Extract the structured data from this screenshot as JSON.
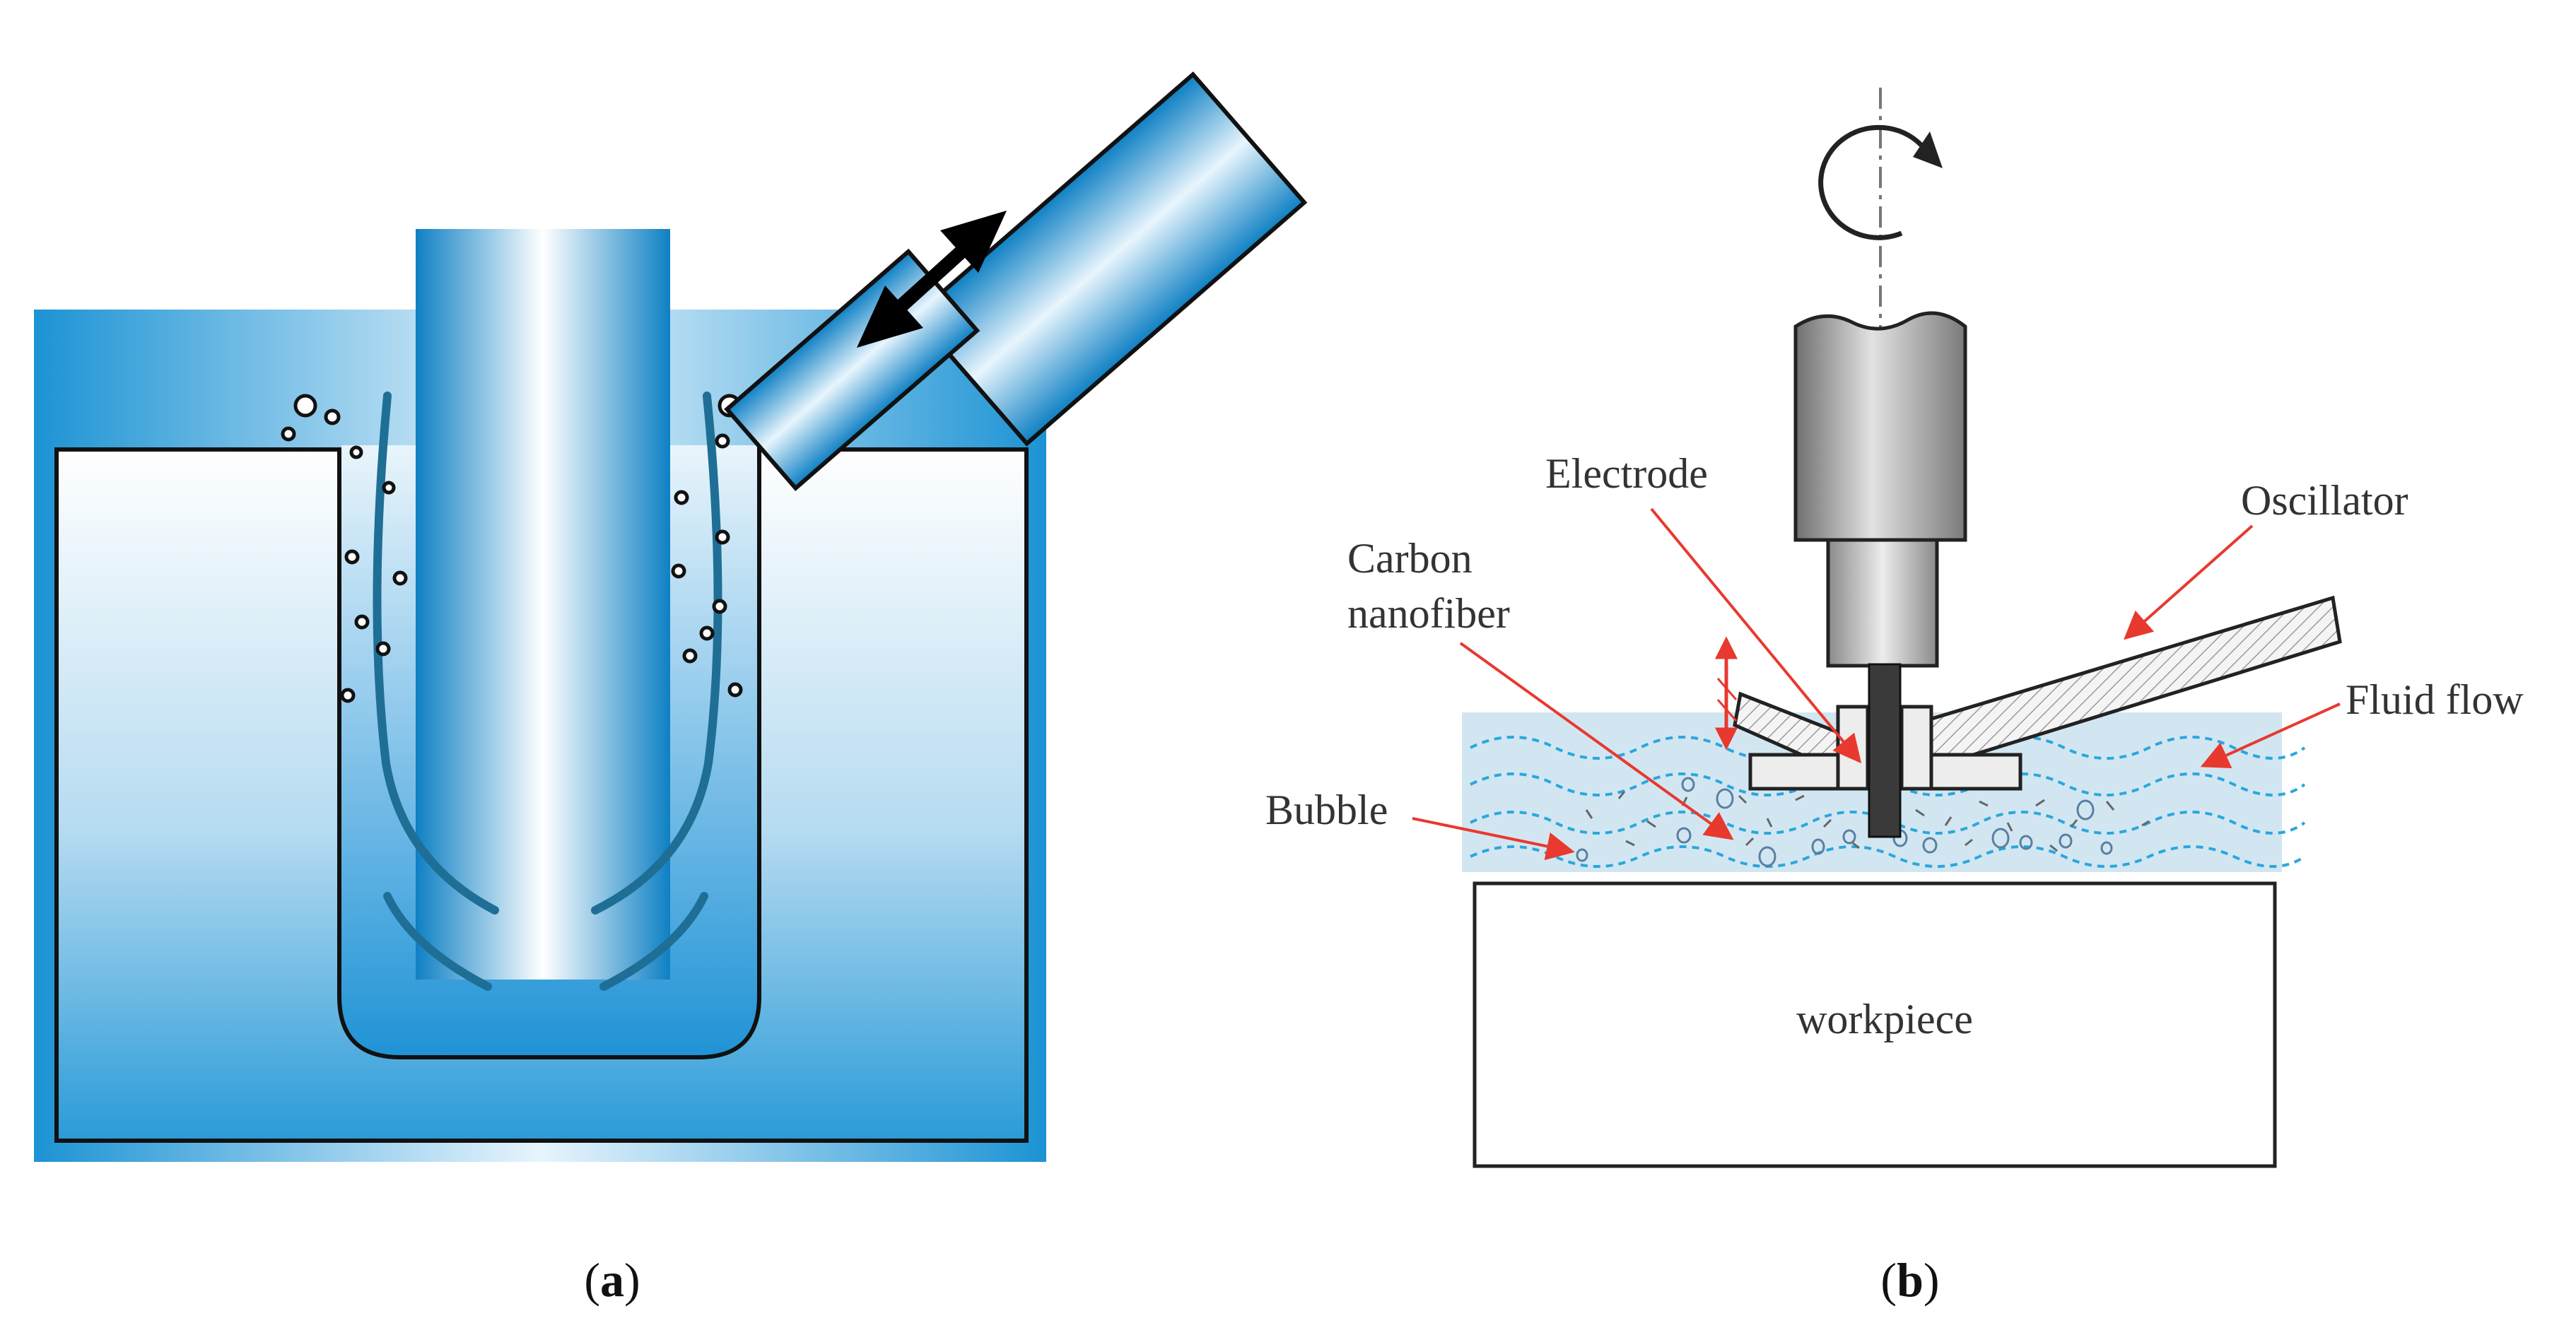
{
  "panel_a": {
    "caption_open": "(",
    "caption_letter": "a",
    "caption_close": ")"
  },
  "panel_b": {
    "labels": {
      "electrode": "Electrode",
      "oscillator": "Oscillator",
      "carbon_line1": "Carbon",
      "carbon_line2": "nanofiber",
      "fluid_flow": "Fluid flow",
      "bubble": "Bubble",
      "workpiece": "workpiece"
    },
    "caption_open": "(",
    "caption_letter": "b",
    "caption_close": ")"
  },
  "colors": {
    "blue_dark": "#1a8fd0",
    "blue_light": "#e6f3fb",
    "fiber": "#1f6e96",
    "annotation_red": "#e8392f",
    "fluid": "#d2e6f2",
    "flow_lines": "#2aa7dc"
  }
}
